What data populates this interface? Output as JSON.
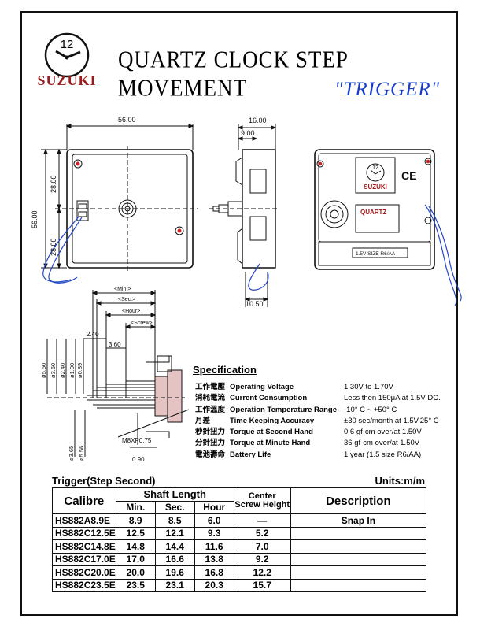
{
  "brand": {
    "logo_numeral": "12",
    "name": "SUZUKI"
  },
  "title": "QUARTZ CLOCK STEP MOVEMENT",
  "subtitle": "\"TRIGGER\"",
  "drawings": {
    "front_width": "56.00",
    "front_height": "56.00",
    "front_half_top": "28.00",
    "front_half_bottom": "28.00",
    "side_width": "16.00",
    "side_offset": "9.00",
    "side_bottom": "10.50",
    "back_logo_numeral": "12",
    "back_logo_name": "SUZUKI",
    "back_ce": "CE",
    "back_quartz": "QUARTZ",
    "back_battery": "1.5V SIZE R6/AA",
    "shaft_labels": {
      "min": "<Min.>",
      "sec": "<Sec.>",
      "hour": "<Hour>",
      "screw": "<Screw>"
    },
    "shaft_dims": {
      "d240": "2.40",
      "d360": "3.60",
      "thread": "M8XP0.75",
      "d090": "0.90"
    },
    "shaft_diameters": [
      "ø5.50",
      "ø3.60",
      "ø2.40",
      "ø1.00",
      "ø0.89",
      "ø3.65",
      "ø5.56"
    ]
  },
  "spec": {
    "title": "Specification",
    "rows": [
      {
        "cn": "工作電壓",
        "en": "Operating Voltage",
        "value": "1.30V to 1.70V"
      },
      {
        "cn": "消耗電流",
        "en": "Current Consumption",
        "value": "Less then 150μA at 1.5V DC."
      },
      {
        "cn": "工作溫度",
        "en": "Operation Temperature Range",
        "value": "-10° C ~ +50° C"
      },
      {
        "cn": "月差",
        "en": "Time Keeping Accuracy",
        "value": "±30 sec/month at 1.5V,25° C"
      },
      {
        "cn": "秒針扭力",
        "en": "Torque at Second Hand",
        "value": "0.6 gf-cm over/at 1.50V"
      },
      {
        "cn": "分針扭力",
        "en": "Torque at Minute Hand",
        "value": "36 gf-cm over/at 1.50V"
      },
      {
        "cn": "電池壽命",
        "en": "Battery Life",
        "value": "1 year (1.5 size R6/AA)"
      }
    ]
  },
  "table": {
    "caption": "Trigger(Step Second)",
    "units": "Units:m/m",
    "headers": {
      "calibre": "Calibre",
      "shaft_length": "Shaft Length",
      "min": "Min.",
      "sec": "Sec.",
      "hour": "Hour",
      "center_line1": "Center",
      "center_line2": "Screw Height",
      "description": "Description"
    },
    "rows": [
      {
        "calibre": "HS882A8.9E",
        "min": "8.9",
        "sec": "8.5",
        "hour": "6.0",
        "center": "—",
        "description": "Snap In"
      },
      {
        "calibre": "HS882C12.5E",
        "min": "12.5",
        "sec": "12.1",
        "hour": "9.3",
        "center": "5.2",
        "description": ""
      },
      {
        "calibre": "HS882C14.8E",
        "min": "14.8",
        "sec": "14.4",
        "hour": "11.6",
        "center": "7.0",
        "description": ""
      },
      {
        "calibre": "HS882C17.0E",
        "min": "17.0",
        "sec": "16.6",
        "hour": "13.8",
        "center": "9.2",
        "description": ""
      },
      {
        "calibre": "HS882C20.0E",
        "min": "20.0",
        "sec": "19.6",
        "hour": "16.8",
        "center": "12.2",
        "description": ""
      },
      {
        "calibre": "HS882C23.5E",
        "min": "23.5",
        "sec": "23.1",
        "hour": "20.3",
        "center": "15.7",
        "description": ""
      }
    ]
  }
}
